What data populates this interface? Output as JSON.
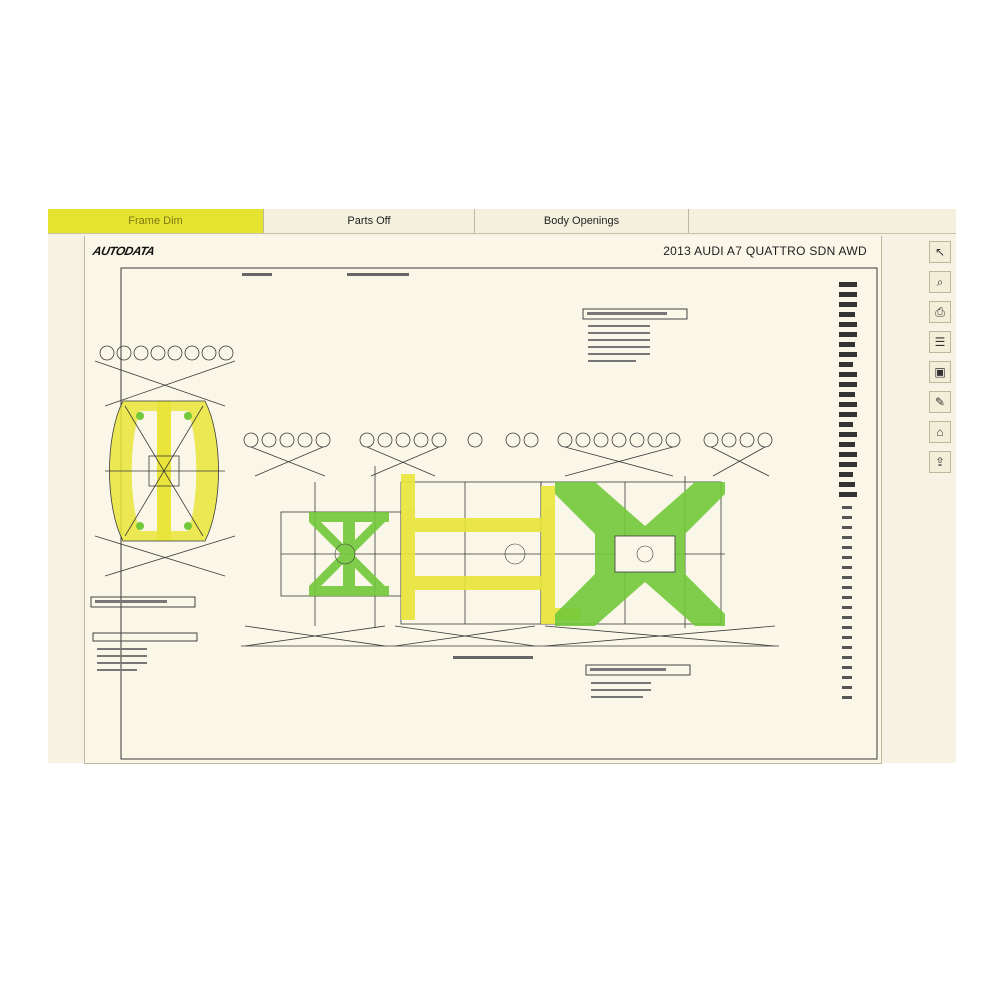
{
  "tabs": [
    {
      "label": "Frame Dim",
      "active": true
    },
    {
      "label": "Parts Off",
      "active": false
    },
    {
      "label": "Body Openings",
      "active": false
    }
  ],
  "sheet": {
    "logo": "AUTODATA",
    "title": "2013 AUDI A7 QUATTRO  SDN AWD"
  },
  "toolbar": {
    "icons": [
      "pointer-icon",
      "zoom-icon",
      "print-icon",
      "layers-icon",
      "image-icon",
      "measure-icon",
      "print-preview-icon",
      "export-icon"
    ],
    "glyphs": [
      "↖",
      "⌕",
      "⎙",
      "☰",
      "▣",
      "✎",
      "⌂",
      "⇪"
    ]
  },
  "colors": {
    "active_tab": "#e6e230",
    "highlight_yellow": "#e9e53a",
    "highlight_green": "#72c83a",
    "line": "#3a3a3a",
    "background": "#f7f3e4"
  }
}
